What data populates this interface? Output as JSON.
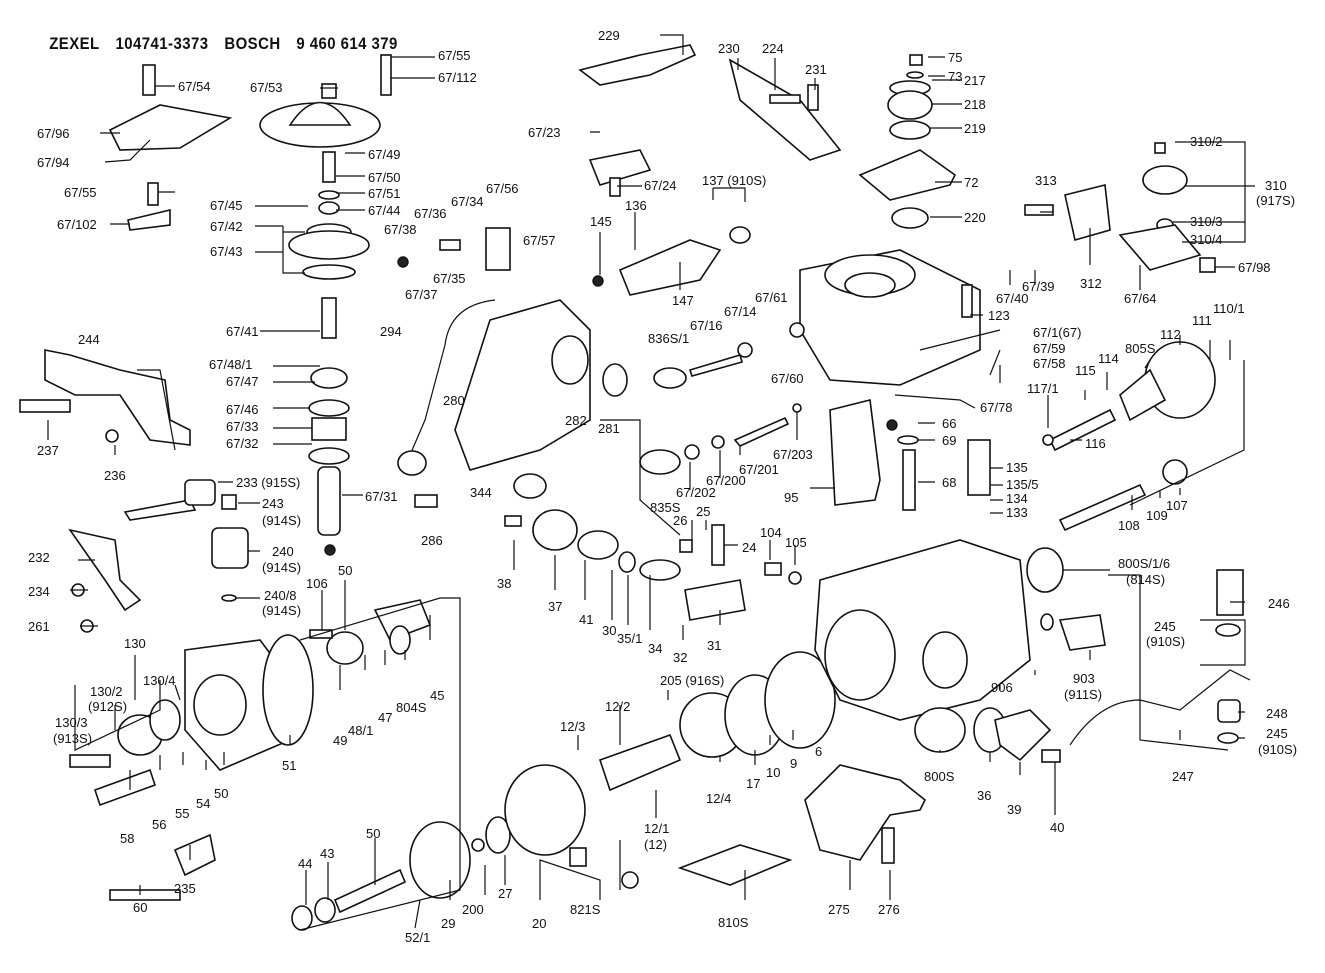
{
  "title": {
    "brand1": "ZEXEL",
    "part_no1": "104741-3373",
    "brand2": "BOSCH",
    "part_no2": "9 460 614 379"
  },
  "labels": [
    {
      "id": "67/54",
      "t": "67/54"
    },
    {
      "id": "67/53",
      "t": "67/53"
    },
    {
      "id": "67/55a",
      "t": "67/55"
    },
    {
      "id": "67/112",
      "t": "67/112"
    },
    {
      "id": "67/96",
      "t": "67/96"
    },
    {
      "id": "67/94",
      "t": "67/94"
    },
    {
      "id": "67/49",
      "t": "67/49"
    },
    {
      "id": "67/50",
      "t": "67/50"
    },
    {
      "id": "67/51",
      "t": "67/51"
    },
    {
      "id": "67/55b",
      "t": "67/55"
    },
    {
      "id": "67/45",
      "t": "67/45"
    },
    {
      "id": "67/44",
      "t": "67/44"
    },
    {
      "id": "67/102",
      "t": "67/102"
    },
    {
      "id": "67/42",
      "t": "67/42"
    },
    {
      "id": "67/43",
      "t": "67/43"
    },
    {
      "id": "67/38",
      "t": "67/38"
    },
    {
      "id": "67/36",
      "t": "67/36"
    },
    {
      "id": "67/34",
      "t": "67/34"
    },
    {
      "id": "67/56",
      "t": "67/56"
    },
    {
      "id": "67/57",
      "t": "67/57"
    },
    {
      "id": "67/37",
      "t": "67/37"
    },
    {
      "id": "67/35",
      "t": "67/35"
    },
    {
      "id": "229",
      "t": "229"
    },
    {
      "id": "67/23",
      "t": "67/23"
    },
    {
      "id": "67/24",
      "t": "67/24"
    },
    {
      "id": "137",
      "t": "137 (910S)"
    },
    {
      "id": "145",
      "t": "145"
    },
    {
      "id": "136",
      "t": "136"
    },
    {
      "id": "147",
      "t": "147"
    },
    {
      "id": "230",
      "t": "230"
    },
    {
      "id": "224",
      "t": "224"
    },
    {
      "id": "231",
      "t": "231"
    },
    {
      "id": "75",
      "t": "75"
    },
    {
      "id": "73",
      "t": "73"
    },
    {
      "id": "217",
      "t": "217"
    },
    {
      "id": "218",
      "t": "218"
    },
    {
      "id": "219",
      "t": "219"
    },
    {
      "id": "72",
      "t": "72"
    },
    {
      "id": "220",
      "t": "220"
    },
    {
      "id": "310/2",
      "t": "310/2"
    },
    {
      "id": "310",
      "t": "310"
    },
    {
      "id": "917S",
      "t": "(917S)"
    },
    {
      "id": "313",
      "t": "313"
    },
    {
      "id": "310/3",
      "t": "310/3"
    },
    {
      "id": "310/4",
      "t": "310/4"
    },
    {
      "id": "67/98",
      "t": "67/98"
    },
    {
      "id": "312",
      "t": "312"
    },
    {
      "id": "67/64",
      "t": "67/64"
    },
    {
      "id": "67/40",
      "t": "67/40"
    },
    {
      "id": "67/39",
      "t": "67/39"
    },
    {
      "id": "123",
      "t": "123"
    },
    {
      "id": "67/1",
      "t": "67/1(67)"
    },
    {
      "id": "67/59",
      "t": "67/59"
    },
    {
      "id": "67/58",
      "t": "67/58"
    },
    {
      "id": "67/78",
      "t": "67/78"
    },
    {
      "id": "67/61",
      "t": "67/61"
    },
    {
      "id": "67/14",
      "t": "67/14"
    },
    {
      "id": "67/16",
      "t": "67/16"
    },
    {
      "id": "836S/1",
      "t": "836S/1"
    },
    {
      "id": "67/60",
      "t": "67/60"
    },
    {
      "id": "294",
      "t": "294"
    },
    {
      "id": "280",
      "t": "280"
    },
    {
      "id": "282",
      "t": "282"
    },
    {
      "id": "281",
      "t": "281"
    },
    {
      "id": "344",
      "t": "344"
    },
    {
      "id": "286",
      "t": "286"
    },
    {
      "id": "835S",
      "t": "835S"
    },
    {
      "id": "67/202",
      "t": "67/202"
    },
    {
      "id": "67/200",
      "t": "67/200"
    },
    {
      "id": "67/201",
      "t": "67/201"
    },
    {
      "id": "67/203",
      "t": "67/203"
    },
    {
      "id": "95",
      "t": "95"
    },
    {
      "id": "66",
      "t": "66"
    },
    {
      "id": "69",
      "t": "69"
    },
    {
      "id": "68",
      "t": "68"
    },
    {
      "id": "135",
      "t": "135"
    },
    {
      "id": "135/5",
      "t": "135/5"
    },
    {
      "id": "134",
      "t": "134"
    },
    {
      "id": "133",
      "t": "133"
    },
    {
      "id": "112",
      "t": "112"
    },
    {
      "id": "111",
      "t": "111"
    },
    {
      "id": "110/1",
      "t": "110/1"
    },
    {
      "id": "805S",
      "t": "805S"
    },
    {
      "id": "114",
      "t": "114"
    },
    {
      "id": "115",
      "t": "115"
    },
    {
      "id": "117/1",
      "t": "117/1"
    },
    {
      "id": "116",
      "t": "116"
    },
    {
      "id": "107",
      "t": "107"
    },
    {
      "id": "109",
      "t": "109"
    },
    {
      "id": "108",
      "t": "108"
    },
    {
      "id": "244",
      "t": "244"
    },
    {
      "id": "237",
      "t": "237"
    },
    {
      "id": "236",
      "t": "236"
    },
    {
      "id": "67/41",
      "t": "67/41"
    },
    {
      "id": "67/48/1",
      "t": "67/48/1"
    },
    {
      "id": "67/47",
      "t": "67/47"
    },
    {
      "id": "67/46",
      "t": "67/46"
    },
    {
      "id": "67/33",
      "t": "67/33"
    },
    {
      "id": "67/32",
      "t": "67/32"
    },
    {
      "id": "67/31",
      "t": "67/31"
    },
    {
      "id": "233",
      "t": "233 (915S)"
    },
    {
      "id": "243",
      "t": "243"
    },
    {
      "id": "243s",
      "t": "(914S)"
    },
    {
      "id": "240",
      "t": "240"
    },
    {
      "id": "240s",
      "t": "(914S)"
    },
    {
      "id": "240/8",
      "t": "240/8"
    },
    {
      "id": "240/8s",
      "t": "(914S)"
    },
    {
      "id": "232",
      "t": "232"
    },
    {
      "id": "234",
      "t": "234"
    },
    {
      "id": "261",
      "t": "261"
    },
    {
      "id": "106",
      "t": "106"
    },
    {
      "id": "50a",
      "t": "50"
    },
    {
      "id": "130",
      "t": "130"
    },
    {
      "id": "130/4",
      "t": "130/4"
    },
    {
      "id": "130/2",
      "t": "130/2"
    },
    {
      "id": "912S",
      "t": "(912S)"
    },
    {
      "id": "130/3",
      "t": "130/3"
    },
    {
      "id": "913S",
      "t": "(913S)"
    },
    {
      "id": "51",
      "t": "51"
    },
    {
      "id": "49",
      "t": "49"
    },
    {
      "id": "48/1",
      "t": "48/1"
    },
    {
      "id": "47",
      "t": "47"
    },
    {
      "id": "804S",
      "t": "804S"
    },
    {
      "id": "45",
      "t": "45"
    },
    {
      "id": "58",
      "t": "58"
    },
    {
      "id": "56",
      "t": "56"
    },
    {
      "id": "55",
      "t": "55"
    },
    {
      "id": "54",
      "t": "54"
    },
    {
      "id": "50b",
      "t": "50"
    },
    {
      "id": "235",
      "t": "235"
    },
    {
      "id": "60",
      "t": "60"
    },
    {
      "id": "44",
      "t": "44"
    },
    {
      "id": "43",
      "t": "43"
    },
    {
      "id": "50c",
      "t": "50"
    },
    {
      "id": "52/1",
      "t": "52/1"
    },
    {
      "id": "29",
      "t": "29"
    },
    {
      "id": "200",
      "t": "200"
    },
    {
      "id": "27",
      "t": "27"
    },
    {
      "id": "20",
      "t": "20"
    },
    {
      "id": "821S",
      "t": "821S"
    },
    {
      "id": "12/1",
      "t": "12/1"
    },
    {
      "id": "12",
      "t": "(12)"
    },
    {
      "id": "12/3",
      "t": "12/3"
    },
    {
      "id": "12/2",
      "t": "12/2"
    },
    {
      "id": "205",
      "t": "205 (916S)"
    },
    {
      "id": "12/4",
      "t": "12/4"
    },
    {
      "id": "17",
      "t": "17"
    },
    {
      "id": "10",
      "t": "10"
    },
    {
      "id": "9",
      "t": "9"
    },
    {
      "id": "6",
      "t": "6"
    },
    {
      "id": "38",
      "t": "38"
    },
    {
      "id": "37",
      "t": "37"
    },
    {
      "id": "41",
      "t": "41"
    },
    {
      "id": "30",
      "t": "30"
    },
    {
      "id": "35/1",
      "t": "35/1"
    },
    {
      "id": "34",
      "t": "34"
    },
    {
      "id": "32",
      "t": "32"
    },
    {
      "id": "31",
      "t": "31"
    },
    {
      "id": "26",
      "t": "26"
    },
    {
      "id": "25",
      "t": "25"
    },
    {
      "id": "24",
      "t": "24"
    },
    {
      "id": "104",
      "t": "104"
    },
    {
      "id": "105",
      "t": "105"
    },
    {
      "id": "810S",
      "t": "810S"
    },
    {
      "id": "275",
      "t": "275"
    },
    {
      "id": "276",
      "t": "276"
    },
    {
      "id": "800S/1/6",
      "t": "800S/1/6"
    },
    {
      "id": "814S",
      "t": "(814S)"
    },
    {
      "id": "246",
      "t": "246"
    },
    {
      "id": "245a",
      "t": "245"
    },
    {
      "id": "910Sa",
      "t": "(910S)"
    },
    {
      "id": "903",
      "t": "903"
    },
    {
      "id": "911S",
      "t": "(911S)"
    },
    {
      "id": "906",
      "t": "906"
    },
    {
      "id": "248",
      "t": "248"
    },
    {
      "id": "245b",
      "t": "245"
    },
    {
      "id": "910Sb",
      "t": "(910S)"
    },
    {
      "id": "800S",
      "t": "800S"
    },
    {
      "id": "36",
      "t": "36"
    },
    {
      "id": "39",
      "t": "39"
    },
    {
      "id": "40",
      "t": "40"
    },
    {
      "id": "247",
      "t": "247"
    }
  ]
}
